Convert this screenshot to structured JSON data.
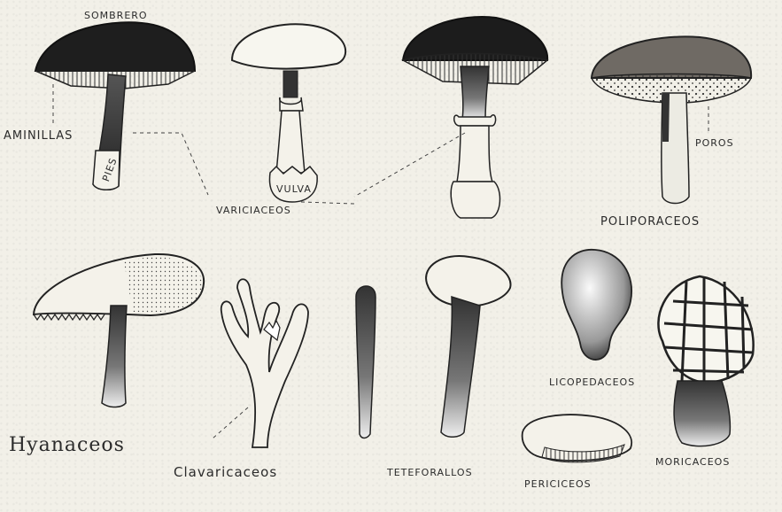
{
  "labels": {
    "sombrero": "SOMBRERO",
    "laminillas": "AMINILLAS",
    "pies": "PIES",
    "vulva": "VULVA",
    "agaricaceos": "VARICIACEOS",
    "poros": "POROS",
    "poliporaceos": "POLIPORACEOS",
    "hydnaceos": "Hyanaceos",
    "clavariaceos": "Clavaricaceos",
    "telephoraceos": "TETEFORALLOS",
    "licoperdaceos": "LICOPEDACEOS",
    "pezizaceos": "PERICICEOS",
    "morchelaceos": "MORICACEOS"
  }
}
